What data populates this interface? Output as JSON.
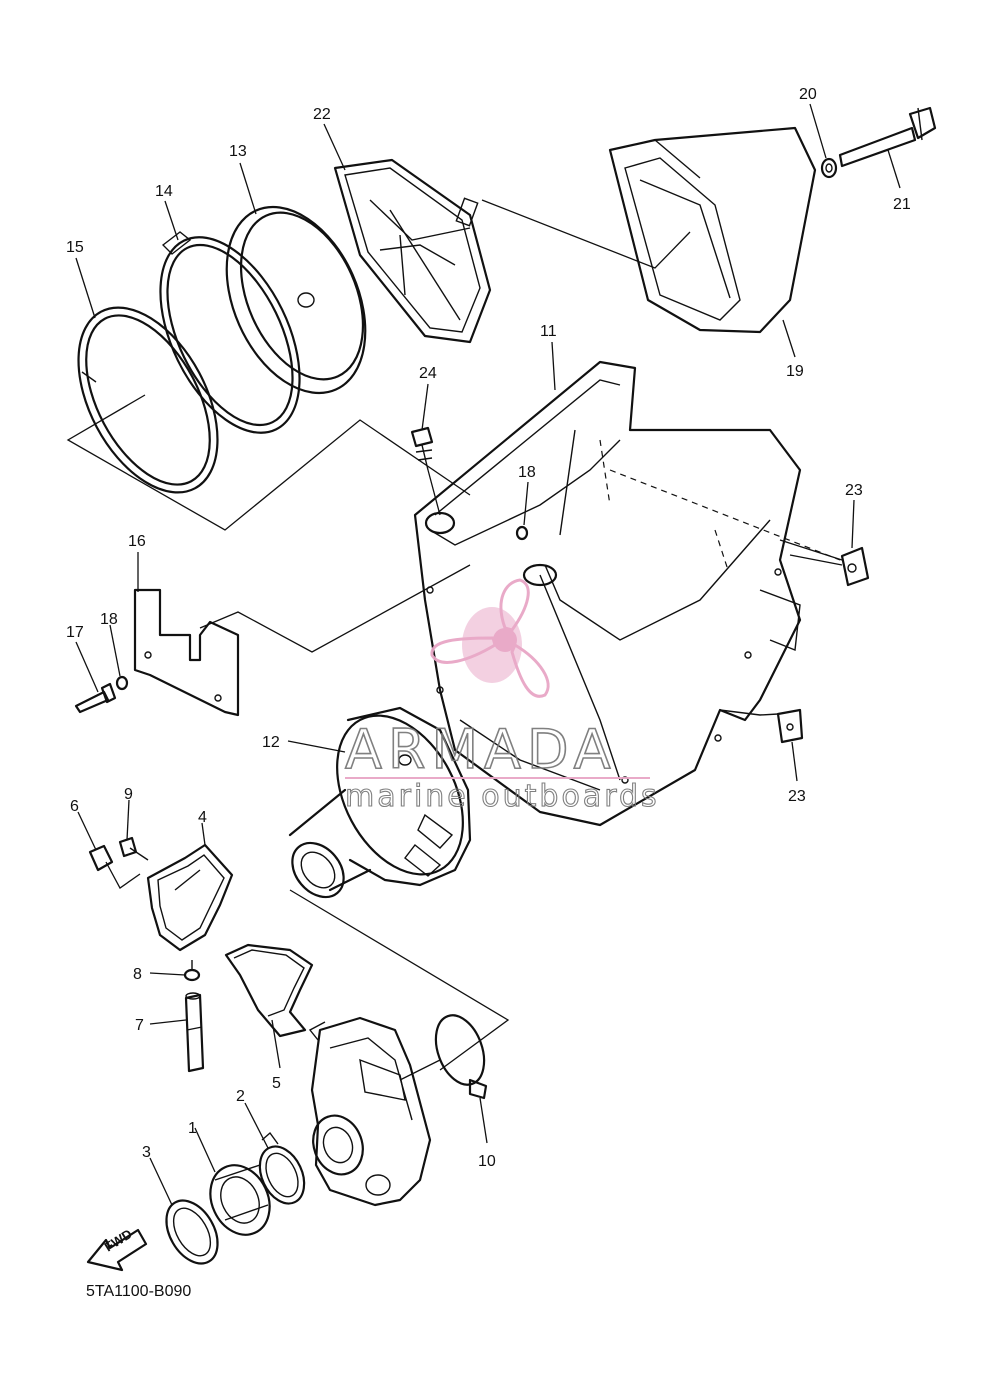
{
  "diagram": {
    "diagram_code": "5TA1100-B090",
    "forward_arrow_label": "FWD",
    "part_labels": [
      {
        "id": "p1",
        "text": "1"
      },
      {
        "id": "p2",
        "text": "2"
      },
      {
        "id": "p3",
        "text": "3"
      },
      {
        "id": "p4",
        "text": "4"
      },
      {
        "id": "p5",
        "text": "5"
      },
      {
        "id": "p6",
        "text": "6"
      },
      {
        "id": "p7",
        "text": "7"
      },
      {
        "id": "p8",
        "text": "8"
      },
      {
        "id": "p9",
        "text": "9"
      },
      {
        "id": "p10",
        "text": "10"
      },
      {
        "id": "p11",
        "text": "11"
      },
      {
        "id": "p12",
        "text": "12"
      },
      {
        "id": "p13",
        "text": "13"
      },
      {
        "id": "p14",
        "text": "14"
      },
      {
        "id": "p15",
        "text": "15"
      },
      {
        "id": "p16",
        "text": "16"
      },
      {
        "id": "p17",
        "text": "17"
      },
      {
        "id": "p18a",
        "text": "18"
      },
      {
        "id": "p18b",
        "text": "18"
      },
      {
        "id": "p19",
        "text": "19"
      },
      {
        "id": "p20",
        "text": "20"
      },
      {
        "id": "p21",
        "text": "21"
      },
      {
        "id": "p22",
        "text": "22"
      },
      {
        "id": "p23a",
        "text": "23"
      },
      {
        "id": "p23b",
        "text": "23"
      },
      {
        "id": "p24",
        "text": "24"
      }
    ]
  },
  "watermark": {
    "title": "ARMADA",
    "subtitle": "marine outboards",
    "color": "#e8a6c6",
    "outline_color": "#7a7a7a"
  }
}
